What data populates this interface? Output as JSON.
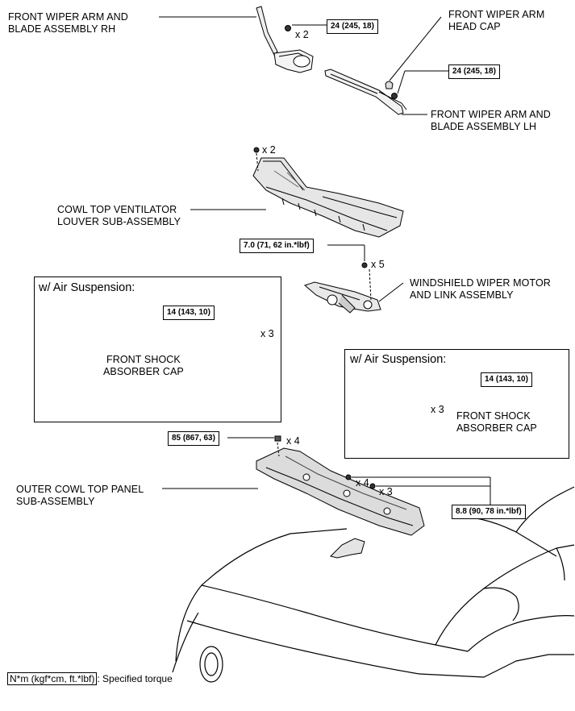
{
  "labels": {
    "front_wiper_arm_rh": [
      "FRONT WIPER ARM AND",
      "BLADE ASSEMBLY RH"
    ],
    "front_wiper_arm_head_cap": [
      "FRONT WIPER ARM",
      "HEAD CAP"
    ],
    "front_wiper_arm_lh": [
      "FRONT WIPER ARM AND",
      "BLADE ASSEMBLY LH"
    ],
    "cowl_top_ventilator_louver": [
      "COWL TOP VENTILATOR",
      "LOUVER SUB-ASSEMBLY"
    ],
    "windshield_wiper_motor": [
      "WINDSHIELD WIPER MOTOR",
      "AND LINK ASSEMBLY"
    ],
    "front_shock_absorber_cap_left": [
      "FRONT SHOCK",
      "ABSORBER CAP"
    ],
    "front_shock_absorber_cap_right": [
      "FRONT SHOCK",
      "ABSORBER CAP"
    ],
    "outer_cowl_top_panel": [
      "OUTER COWL TOP PANEL",
      "SUB-ASSEMBLY"
    ]
  },
  "torques": {
    "wiper_arm_rh": "24 (245, 18)",
    "wiper_arm_lh": "24 (245, 18)",
    "wiper_motor": "7.0 (71, 62 in.*lbf)",
    "shock_cap_left": "14 (143, 10)",
    "shock_cap_right": "14 (143, 10)",
    "cowl_panel_nut": "85 (867, 63)",
    "cowl_panel_bolts": "8.8 (90, 78 in.*lbf)"
  },
  "quantities": {
    "wiper_arm_rh_nut": "x 2",
    "cowl_louver_clip": "x 2",
    "wiper_motor_bolt": "x 5",
    "shock_cap_left_nut": "x 3",
    "shock_cap_right_nut": "x 3",
    "cowl_panel_nut": "x 4",
    "cowl_panel_bolt_a": "x 4",
    "cowl_panel_bolt_b": "x 3"
  },
  "boxes": {
    "air_suspension_left": "w/ Air Suspension:",
    "air_suspension_right": "w/ Air Suspension:"
  },
  "legend": {
    "key": "N*m (kgf*cm, ft.*lbf)",
    "text": ": Specified torque"
  }
}
